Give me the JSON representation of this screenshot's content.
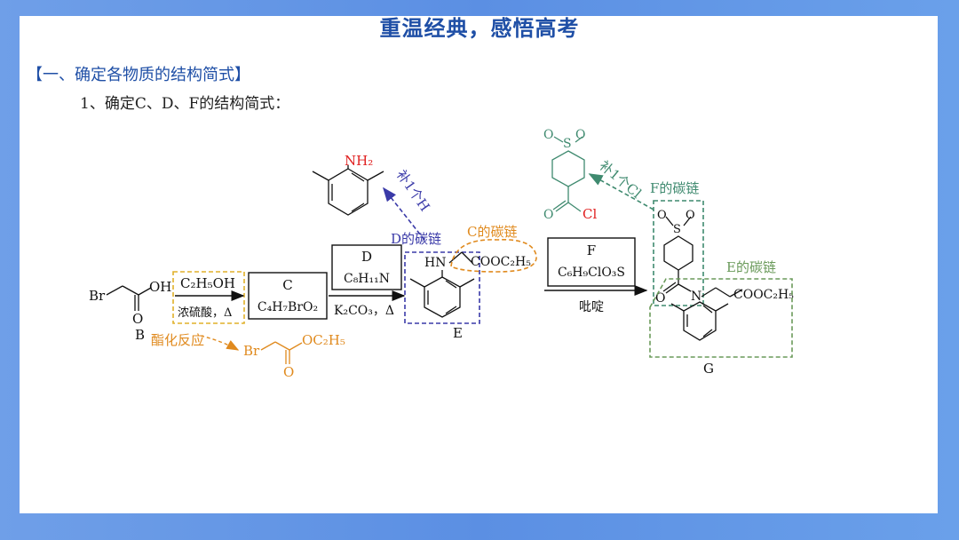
{
  "header": {
    "title": "重温经典，感悟高考"
  },
  "section": {
    "heading": "【一、确定各物质的结构简式】"
  },
  "question": {
    "text": "1、确定C、D、F的结构简式："
  },
  "scheme": {
    "compound_B": {
      "label": "B",
      "br": "Br",
      "oh": "OH",
      "o": "O"
    },
    "step1": {
      "reagent": "C₂H₅OH",
      "condition": "浓硫酸，Δ"
    },
    "compound_C": {
      "name": "C",
      "formula": "C₄H₇BrO₂"
    },
    "step2": {
      "reagent_name": "D",
      "reagent_formula": "C₈H₁₁N",
      "condition": "K₂CO₃，Δ"
    },
    "compound_E": {
      "label": "E",
      "hn": "HN",
      "ester": "COOC₂H₅"
    },
    "step3": {
      "reagent_name": "F",
      "reagent_formula": "C₆H₉ClO₃S",
      "condition": "吡啶"
    },
    "compound_G": {
      "label": "G",
      "n": "N",
      "o": "O",
      "s": "S",
      "ester": "COOC₂H₅",
      "o1": "O",
      "o2": "O"
    },
    "esterification": {
      "label": "酯化反应",
      "br": "Br",
      "o": "O",
      "ester": "OC₂H₅"
    },
    "amine": {
      "nh2": "NH₂"
    },
    "acyl_chloride": {
      "s": "S",
      "o1": "O",
      "o2": "O",
      "o": "O",
      "cl": "Cl"
    },
    "annotations": {
      "add_h": "补1个H",
      "add_cl": "补1个Cl",
      "d_chain": "D的碳链",
      "c_chain": "C的碳链",
      "f_chain": "F的碳链",
      "e_chain": "E的碳链"
    }
  },
  "colors": {
    "title": "#1f4fa6",
    "orange": "#e08a1e",
    "blue": "#3a3aa8",
    "teal": "#3f8a6f",
    "green": "#6a9a5a",
    "red": "#e02020"
  }
}
